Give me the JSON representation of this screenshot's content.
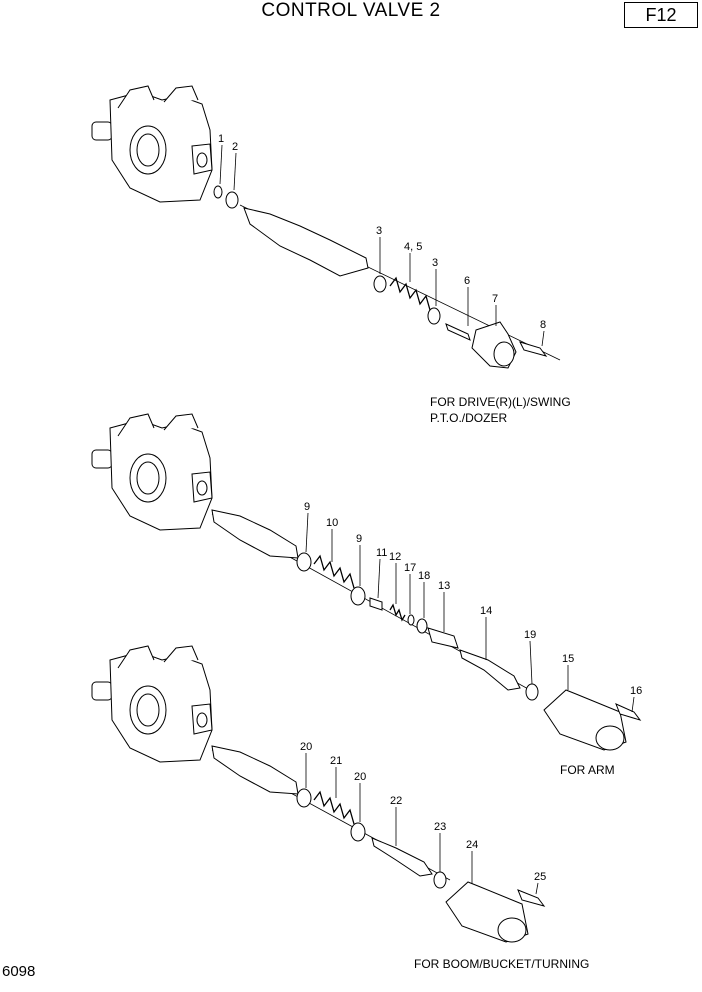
{
  "header": {
    "title": "CONTROL VALVE 2",
    "code": "F12"
  },
  "footer": {
    "page_id": "6098"
  },
  "assemblies": [
    {
      "note_lines": [
        "FOR DRIVE(R)(L)/SWING",
        "P.T.O./DOZER"
      ],
      "callouts": [
        "1",
        "2",
        "3",
        "4, 5",
        "3",
        "6",
        "7",
        "8"
      ]
    },
    {
      "note_lines": [
        "FOR ARM"
      ],
      "callouts": [
        "9",
        "10",
        "9",
        "11",
        "12",
        "17",
        "18",
        "13",
        "14",
        "19",
        "15",
        "16"
      ]
    },
    {
      "note_lines": [
        "FOR BOOM/BUCKET/TURNING"
      ],
      "callouts": [
        "20",
        "21",
        "20",
        "22",
        "23",
        "24",
        "25"
      ]
    }
  ]
}
